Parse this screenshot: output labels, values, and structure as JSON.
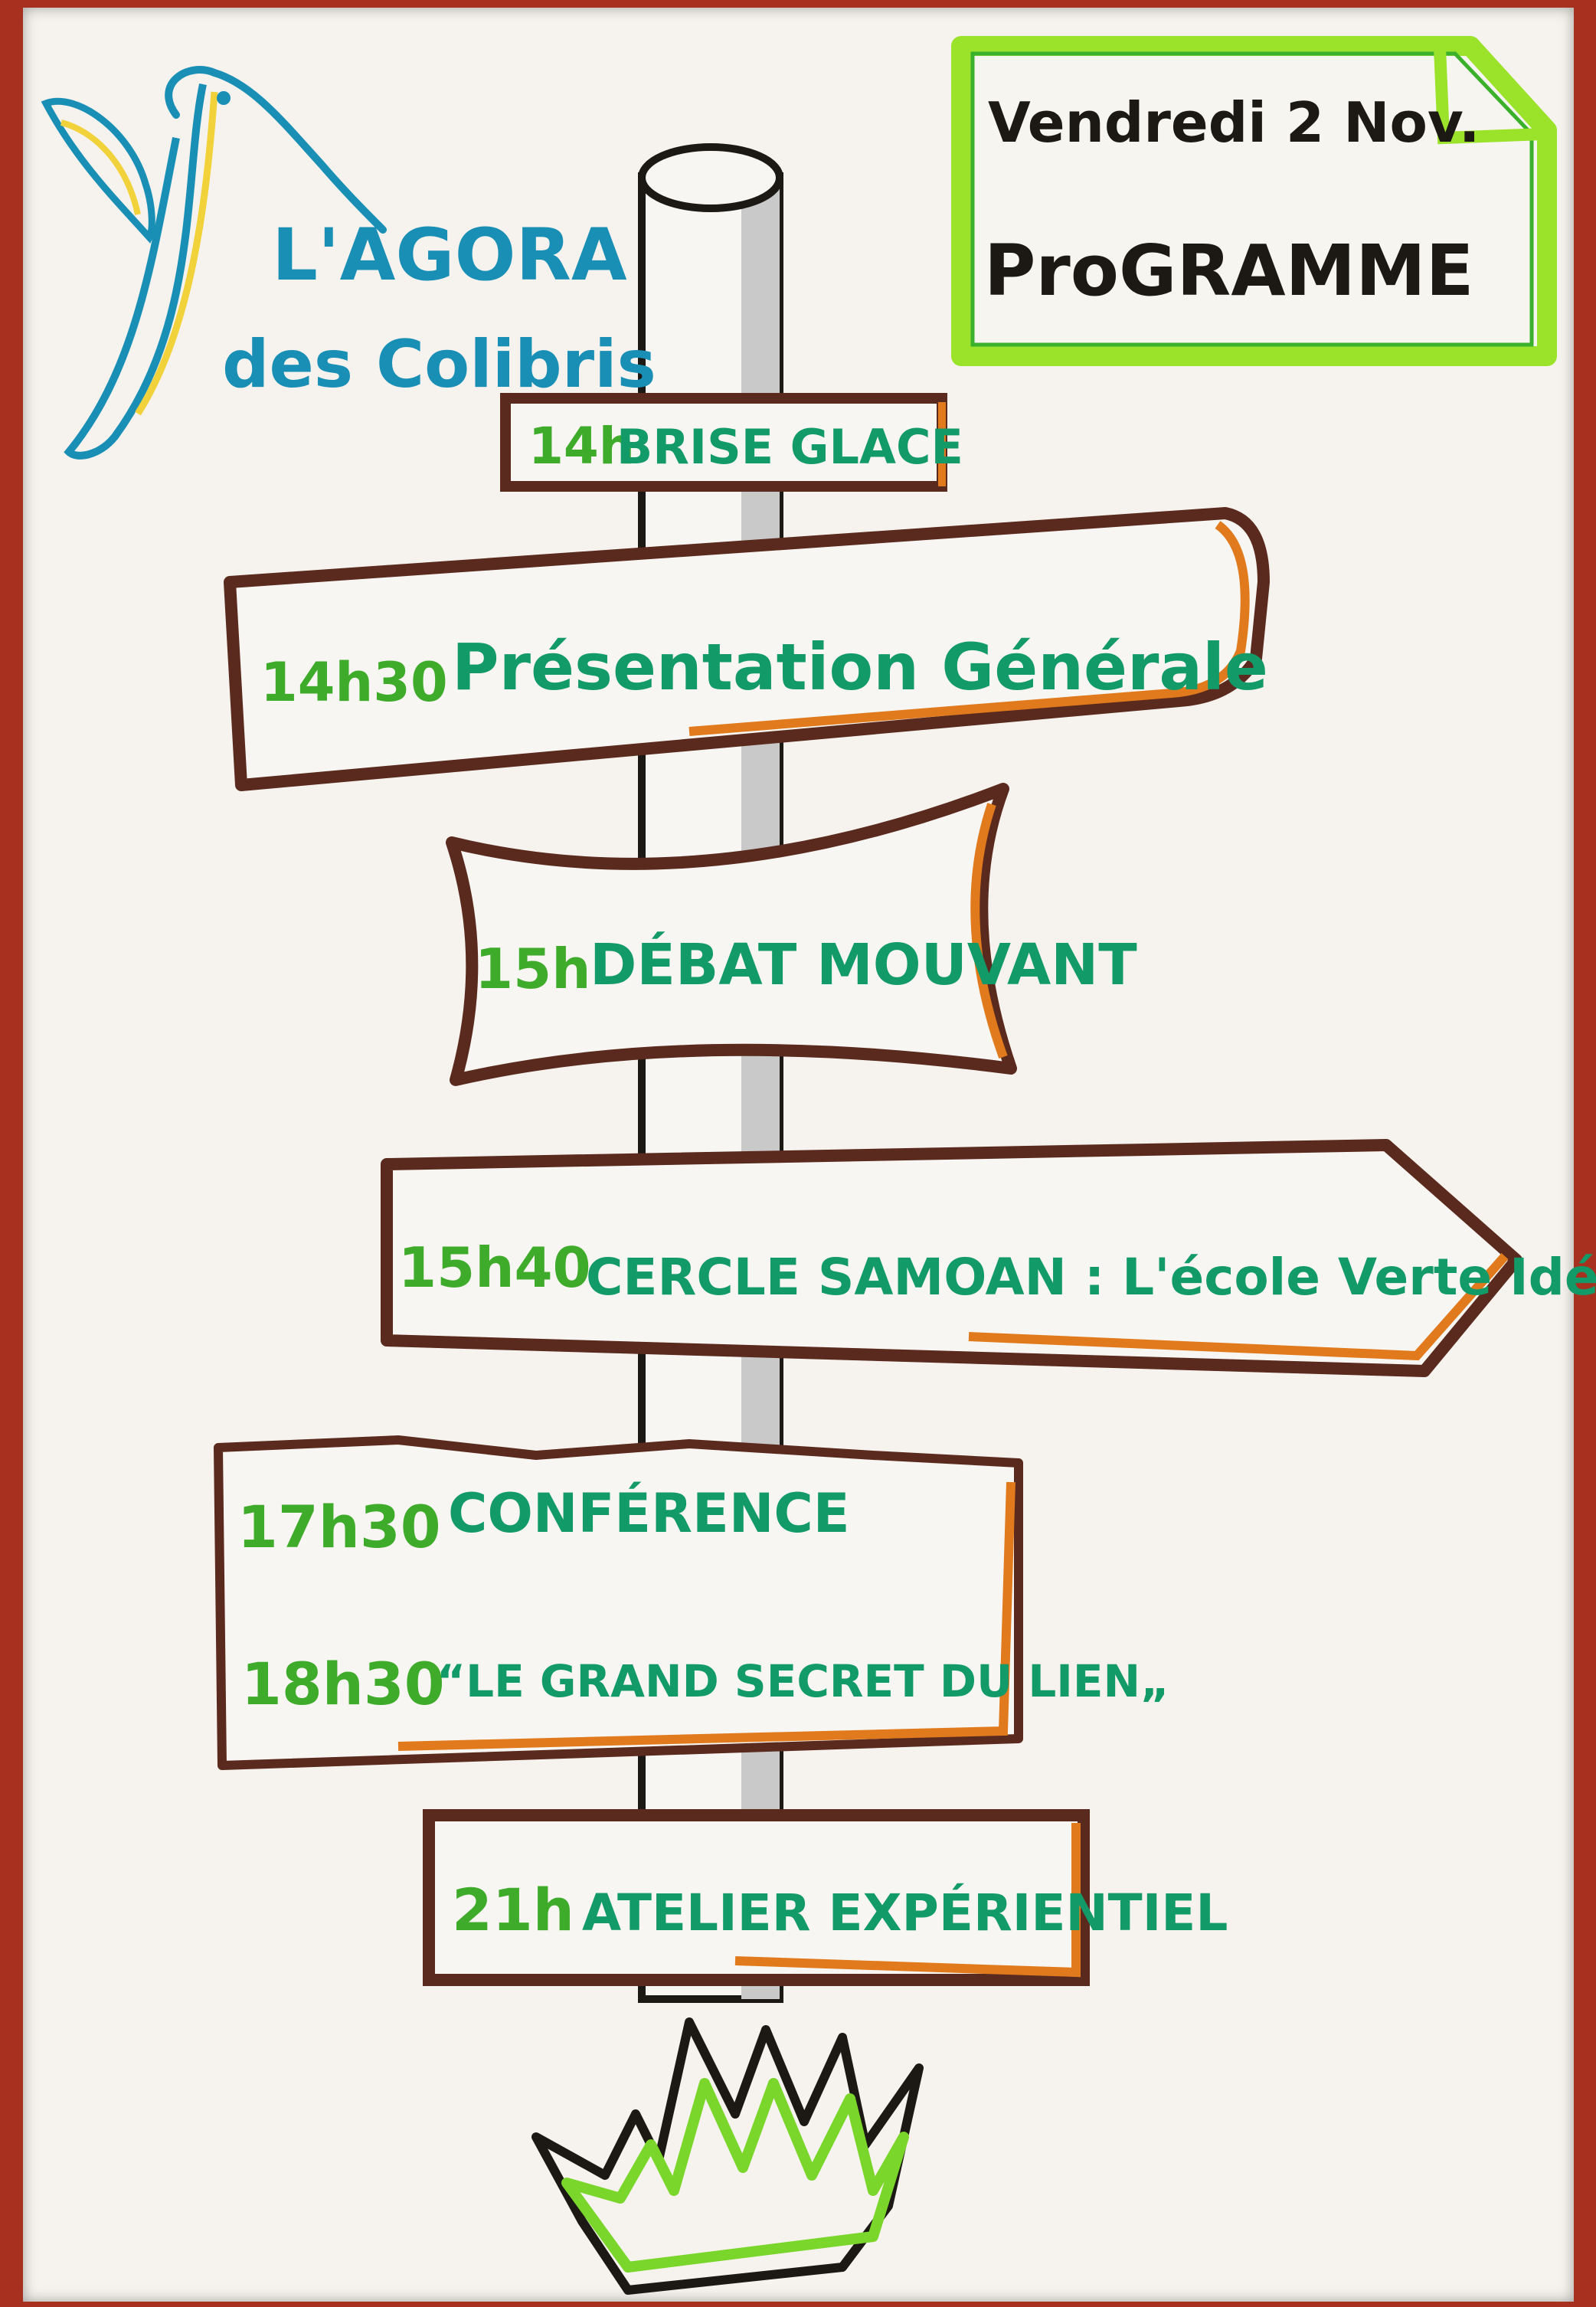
{
  "header": {
    "date": "Vendredi 2 Nov.",
    "title": "ProGRAMME"
  },
  "logo": {
    "line1": "L'AGORA",
    "line2": "des Colibris",
    "icon": "hummingbird-icon"
  },
  "schedule": [
    {
      "time": "14h",
      "event": "BRISE GLACE"
    },
    {
      "time": "14h30",
      "event": "Présentation Générale"
    },
    {
      "time": "15h",
      "event": "DÉBAT MOUVANT"
    },
    {
      "time": "15h40",
      "event": "CERCLE SAMOAN : L'école Verte Idéale"
    },
    {
      "time": "17h30",
      "event": "CONFÉRENCE"
    },
    {
      "time": "18h30",
      "event": "“LE GRAND SECRET DU LIEN„"
    },
    {
      "time": "21h",
      "event": "ATELIER EXPÉRIENTIEL"
    }
  ],
  "colors": {
    "wall": "#a8301f",
    "paper": "#f6f3ee",
    "sign_border": "#5a2a1e",
    "sign_shadow": "#e07a1c",
    "text_green": "#129a68",
    "time_lime": "#3eab2a",
    "header_lime": "#9be22a",
    "logo_teal": "#1a8fb6",
    "logo_yellow": "#f1d23a"
  }
}
